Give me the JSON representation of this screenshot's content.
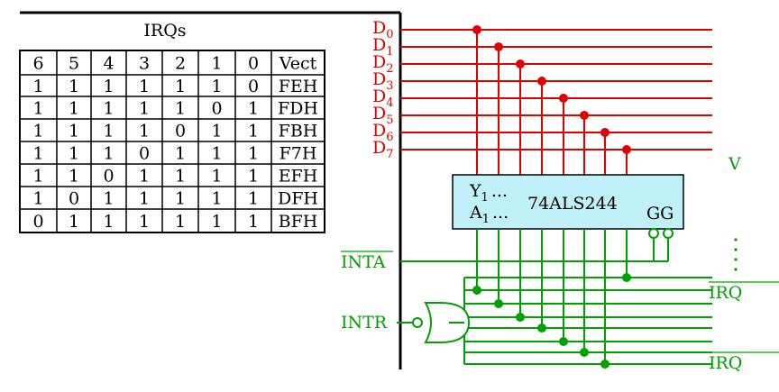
{
  "table": {
    "title": "IRQs",
    "headers": [
      "6",
      "5",
      "4",
      "3",
      "2",
      "1",
      "0",
      "Vect"
    ],
    "rows": [
      [
        "1",
        "1",
        "1",
        "1",
        "1",
        "1",
        "0",
        "FEH"
      ],
      [
        "1",
        "1",
        "1",
        "1",
        "1",
        "0",
        "1",
        "FDH"
      ],
      [
        "1",
        "1",
        "1",
        "1",
        "0",
        "1",
        "1",
        "FBH"
      ],
      [
        "1",
        "1",
        "1",
        "0",
        "1",
        "1",
        "1",
        "F7H"
      ],
      [
        "1",
        "1",
        "0",
        "1",
        "1",
        "1",
        "1",
        "EFH"
      ],
      [
        "1",
        "0",
        "1",
        "1",
        "1",
        "1",
        "1",
        "DFH"
      ],
      [
        "0",
        "1",
        "1",
        "1",
        "1",
        "1",
        "1",
        "BFH"
      ]
    ]
  },
  "data_bus": {
    "prefix": "D",
    "subscripts": [
      "0",
      "1",
      "2",
      "3",
      "4",
      "5",
      "6",
      "7"
    ],
    "color": "#e00000"
  },
  "chip": {
    "y_label": "Y",
    "y_sub": "1",
    "a_label": "A",
    "a_sub": "1",
    "ellipsis": "...",
    "name": "74ALS244",
    "enable_label": "GG",
    "fill": "#c0f0f8"
  },
  "signals": {
    "inta": "INTA",
    "intr": "INTR",
    "irq_top_partial": "IRQ",
    "irq_bottom_partial": "IRQ",
    "right_edge_partial": "V",
    "color": "#00a000"
  }
}
